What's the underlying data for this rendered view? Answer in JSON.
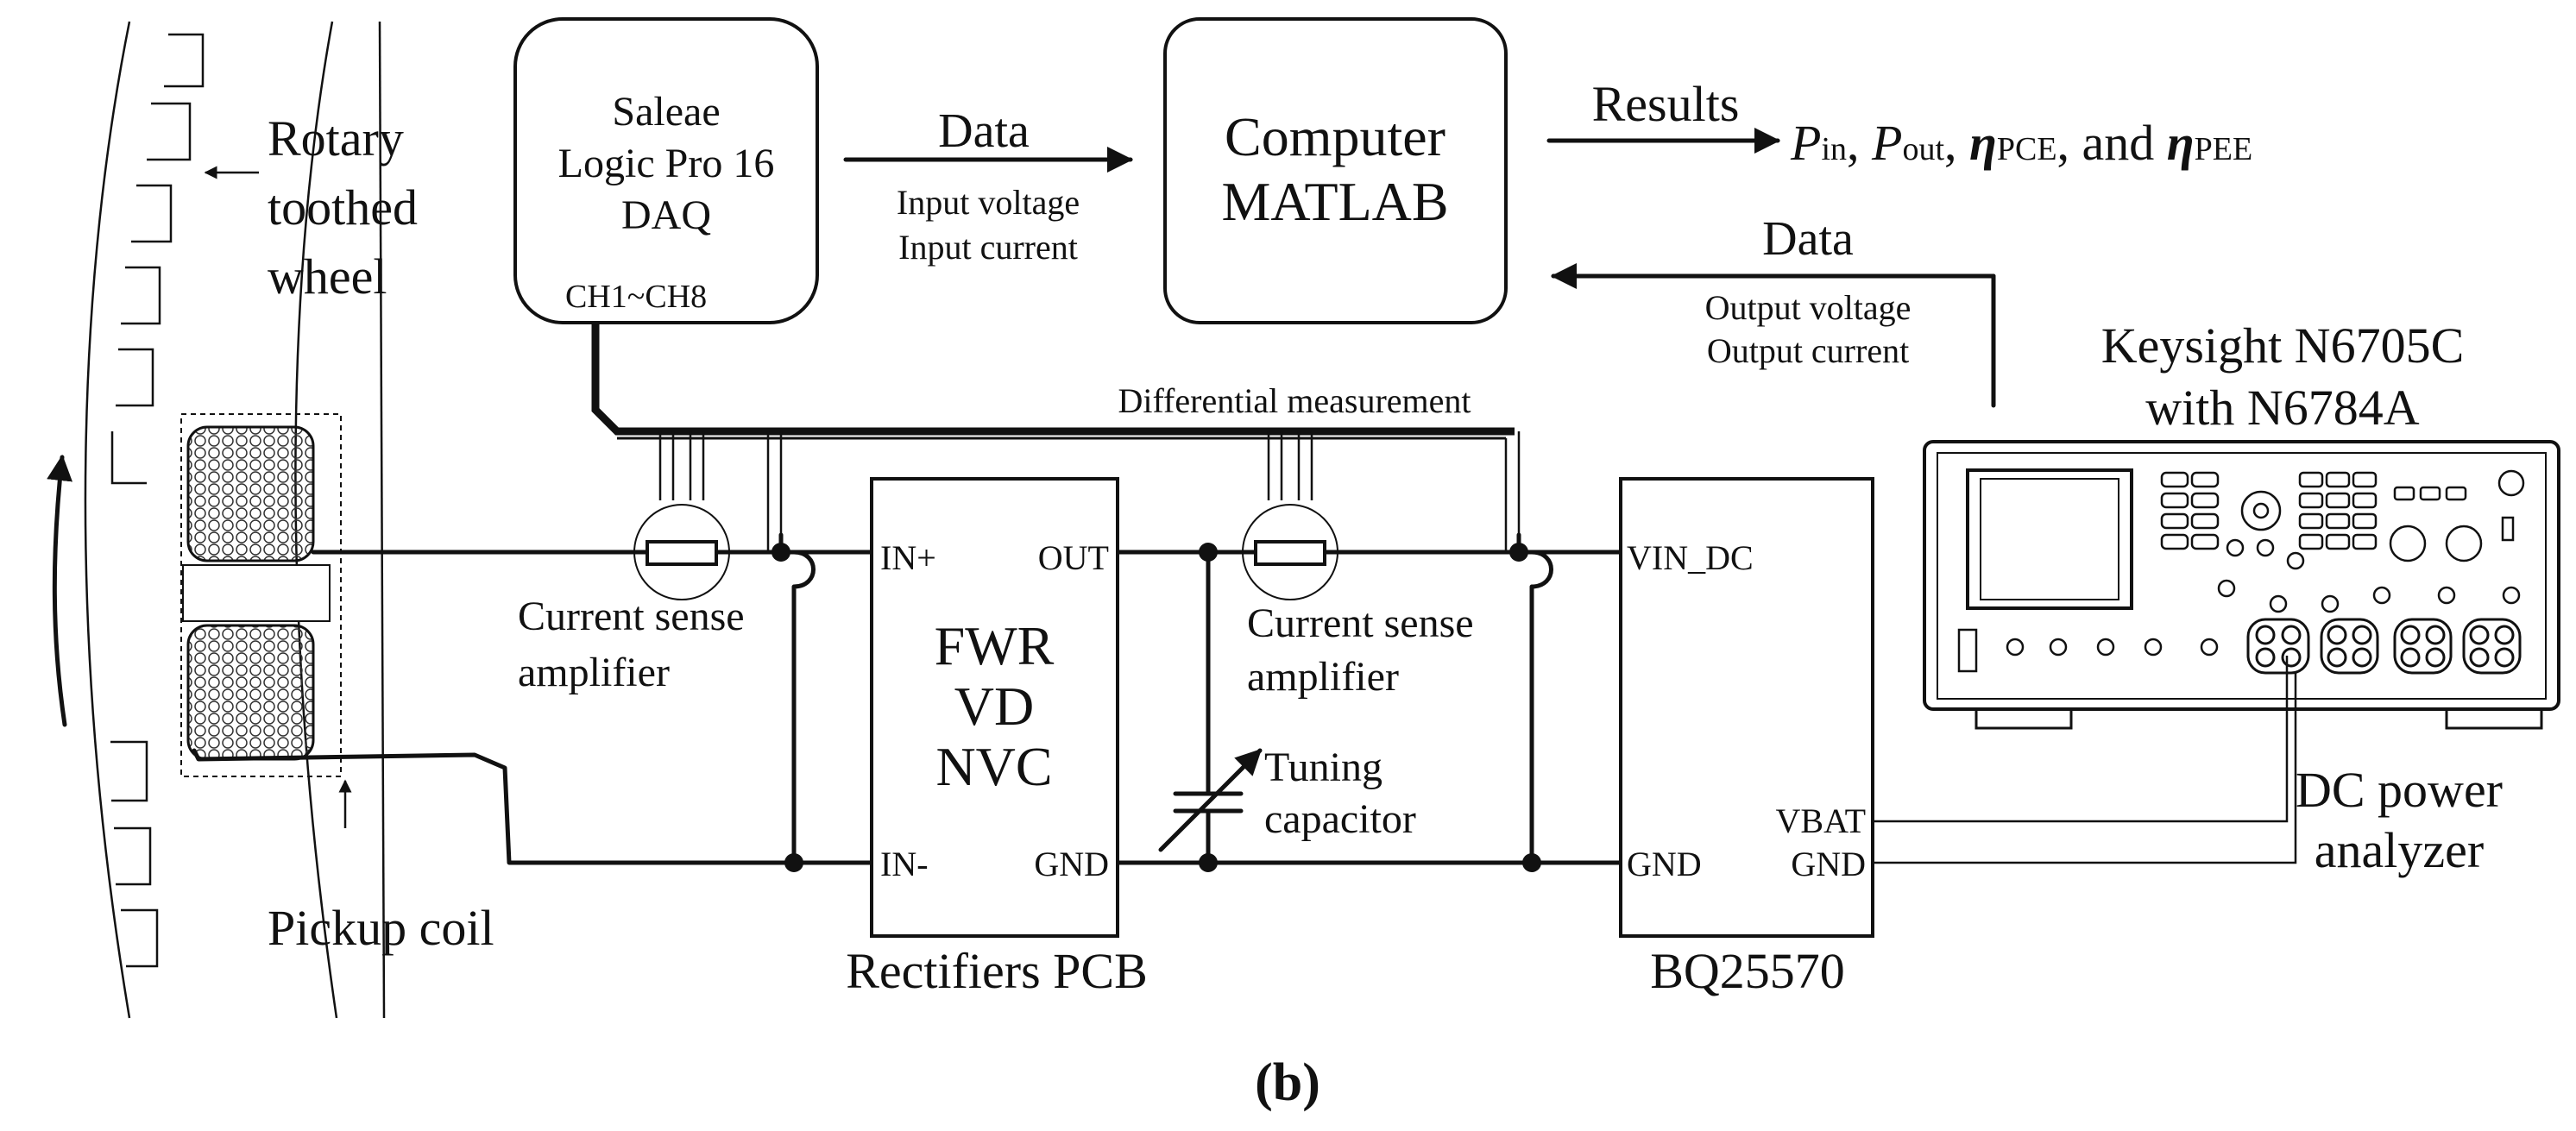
{
  "figure": {
    "panel_label": "(b)",
    "wheel": {
      "label_line1": "Rotary",
      "label_line2": "toothed",
      "label_line3": "wheel"
    },
    "pickup_coil": {
      "label": "Pickup coil"
    },
    "daq": {
      "line1": "Saleae",
      "line2": "Logic Pro 16",
      "line3": "DAQ",
      "channels": "CH1~CH8"
    },
    "data_in": {
      "label": "Data",
      "sub1": "Input voltage",
      "sub2": "Input current"
    },
    "computer": {
      "line1": "Computer",
      "line2": "MATLAB"
    },
    "results": {
      "label": "Results",
      "p_in": "P",
      "p_in_sub": "in",
      "sep1": ", ",
      "p_out": "P",
      "p_out_sub": "out",
      "sep2": ", ",
      "eta1": "η",
      "eta1_sub": "PCE",
      "sep3": ", and ",
      "eta2": "η",
      "eta2_sub": "PEE"
    },
    "data_out": {
      "label": "Data",
      "sub1": "Output voltage",
      "sub2": "Output current"
    },
    "analyzer": {
      "line1": "Keysight N6705C",
      "line2": "with N6784A",
      "caption1": "DC power",
      "caption2": "analyzer"
    },
    "differential": {
      "label": "Differential measurement"
    },
    "sense_amp_1": {
      "line1": "Current sense",
      "line2": "amplifier"
    },
    "sense_amp_2": {
      "line1": "Current sense",
      "line2": "amplifier"
    },
    "rectifier": {
      "pin_in_plus": "IN+",
      "pin_in_minus": "IN-",
      "pin_out": "OUT",
      "pin_gnd": "GND",
      "line1": "FWR",
      "line2": "VD",
      "line3": "NVC",
      "caption": "Rectifiers PCB"
    },
    "tuning_cap": {
      "line1": "Tuning",
      "line2": "capacitor"
    },
    "bq": {
      "pin_vin": "VIN_DC",
      "pin_gnd_left": "GND",
      "pin_vbat": "VBAT",
      "pin_gnd_right": "GND",
      "caption": "BQ25570"
    }
  }
}
